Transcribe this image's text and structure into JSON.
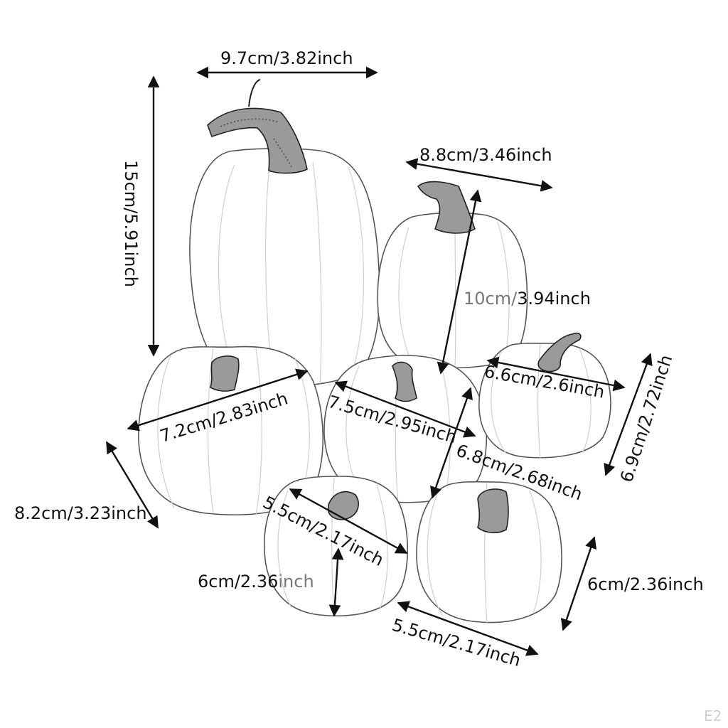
{
  "dimensions": {
    "large_width": "9.7cm/3.82inch",
    "large_height": "15cm/5.91inch",
    "tall_width": "8.8cm/3.46inch",
    "tall_height_cm": "10cm/",
    "tall_height_in": "3.94inch",
    "mid_left_width": "7.2cm/2.83inch",
    "mid_left_height": "8.2cm/3.23inch",
    "center_width": "7.5cm/2.95inch",
    "center_height": "6.8cm/2.68inch",
    "right_width": "6.6cm/2.6inch",
    "right_height": "6.9cm/2.72inch",
    "small_left_width": "5.5cm/2.17inch",
    "small_left_height_cm": "6cm/2.36",
    "small_left_height_in": "inch",
    "small_right_width": "5.5cm/2.17inch",
    "small_right_height": "6cm/2.36inch"
  },
  "product_code": "E2",
  "colors": {
    "line": "#111111",
    "faded_line": "#777777",
    "outline": "#555555"
  }
}
